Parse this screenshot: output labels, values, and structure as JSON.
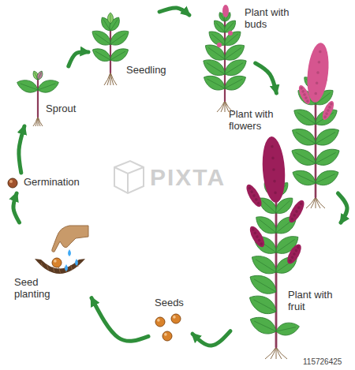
{
  "diagram": {
    "nodes": [
      {
        "text": [
          "Germination"
        ]
      },
      {
        "text": [
          "Sprout"
        ]
      },
      {
        "text": [
          "Seedling"
        ]
      },
      {
        "text": [
          "Plant with buds"
        ]
      },
      {
        "text": [
          "Plant with flowers"
        ]
      },
      {
        "text": [
          "Plant with fruit"
        ]
      },
      {
        "text": [
          "Seeds"
        ]
      },
      {
        "text": [
          "Seed planting"
        ]
      }
    ],
    "edges": [
      {
        "from": 0,
        "to": 1,
        "arrow": "to"
      },
      {
        "from": 1,
        "to": 2,
        "arrow": "to"
      },
      {
        "from": 2,
        "to": 3,
        "arrow": "to"
      },
      {
        "from": 3,
        "to": 4,
        "arrow": "to"
      },
      {
        "from": 4,
        "to": 5,
        "arrow": "to"
      },
      {
        "from": 5,
        "to": 6,
        "arrow": "to"
      },
      {
        "from": 6,
        "to": 7,
        "arrow": "to"
      },
      {
        "from": 7,
        "to": 0,
        "arrow": "to"
      }
    ],
    "labels": [
      "PIXTA",
      "115726425"
    ]
  }
}
